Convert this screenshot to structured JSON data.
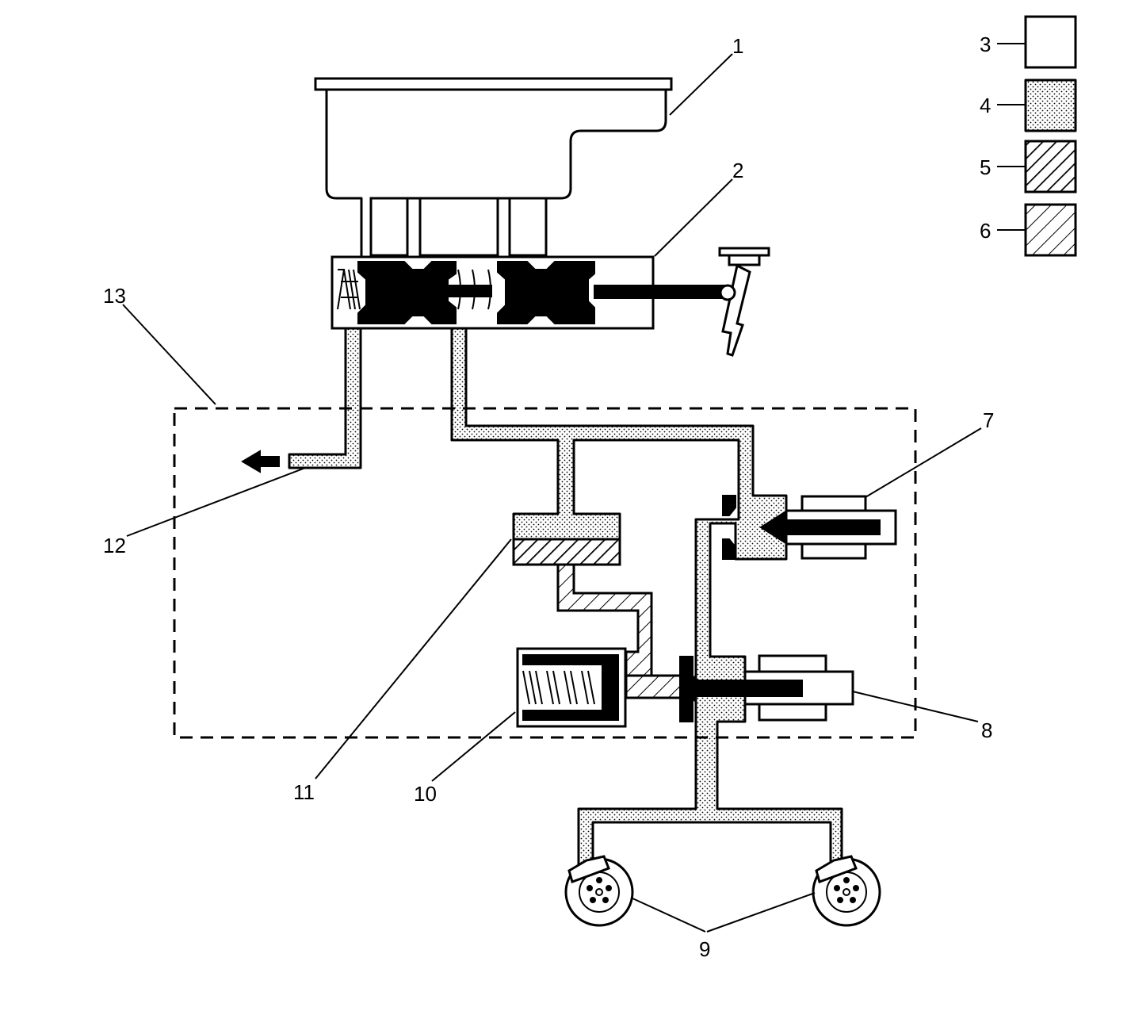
{
  "callouts": {
    "c1": "1",
    "c2": "2",
    "c3": "3",
    "c4": "4",
    "c5": "5",
    "c6": "6",
    "c7": "7",
    "c8": "8",
    "c9": "9",
    "c10": "10",
    "c11": "11",
    "c12": "12",
    "c13": "13"
  },
  "legend": [
    {
      "key": "3",
      "fill": "none"
    },
    {
      "key": "4",
      "fill": "stipple"
    },
    {
      "key": "5",
      "fill": "dense-hatch"
    },
    {
      "key": "6",
      "fill": "sparse-hatch"
    }
  ],
  "colors": {
    "ink": "#000000",
    "paper": "#ffffff"
  }
}
